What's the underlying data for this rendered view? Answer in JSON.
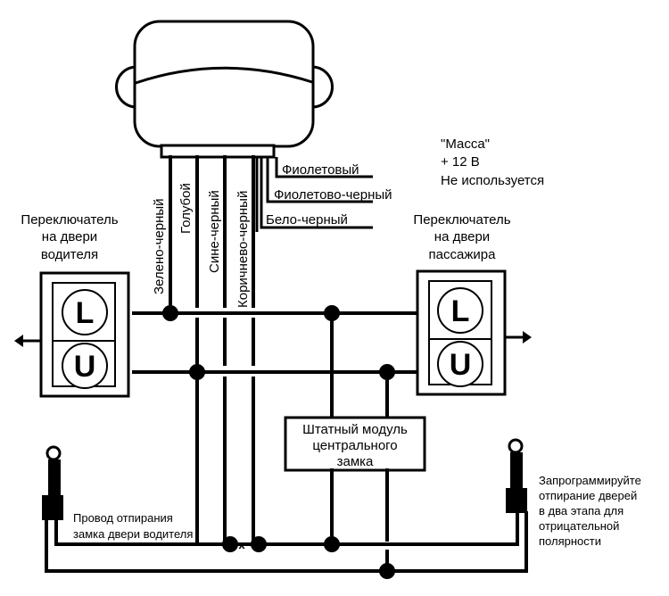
{
  "title": "Схема подключения центрального замка",
  "wire_labels": {
    "green_black": "Зелено-черный",
    "blue": "Голубой",
    "blue_black": "Сине-черный",
    "brown_black": "Коричнево-черный",
    "violet": "Фиолетовый",
    "violet_black": "Фиолетово-черный",
    "white_black": "Бело-черный"
  },
  "legend": {
    "line1": "\"Масса\"",
    "line2": "+ 12 В",
    "line3": "Не используется"
  },
  "driver_switch": {
    "line1": "Переключатель",
    "line2": "на двери",
    "line3": "водителя",
    "lock_label": "L",
    "unlock_label": "U"
  },
  "passenger_switch": {
    "line1": "Переключатель",
    "line2": "на двери",
    "line3": "пассажира",
    "lock_label": "L",
    "unlock_label": "U"
  },
  "module": {
    "line1": "Штатный модуль",
    "line2": "центрального",
    "line3": "замка"
  },
  "driver_actuator_note": {
    "line1": "Провод отпирания",
    "line2": "замка двери водителя"
  },
  "passenger_actuator_note": {
    "line1": "Запрограммируйте",
    "line2": "отпирание дверей",
    "line3": "в два этапа для",
    "line4": "отрицательной",
    "line5": "полярности"
  }
}
